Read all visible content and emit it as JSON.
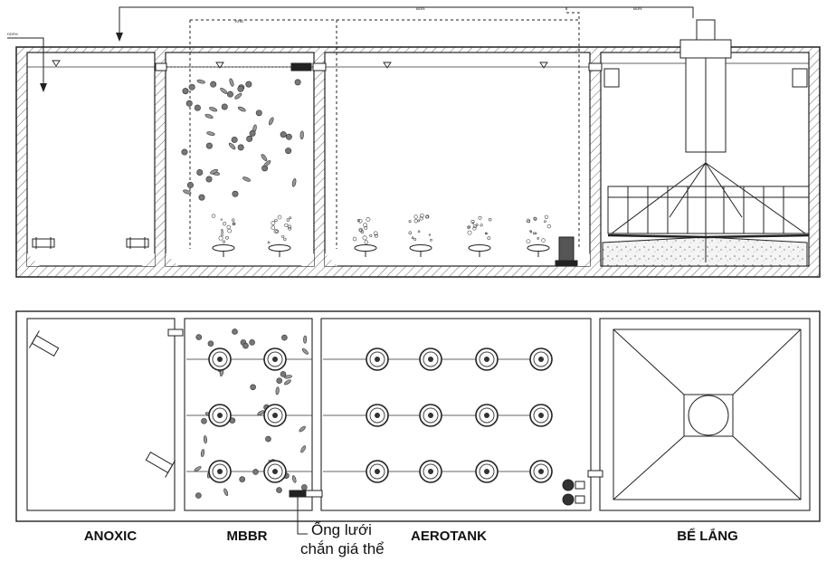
{
  "labels": {
    "anoxic": "ANOXIC",
    "mbbr": "MBBR",
    "aerotank": "AEROTANK",
    "be_lang": "BỂ LẮNG"
  },
  "annotation": {
    "line1": "Ống lưới",
    "line2": "chắn giá thể"
  },
  "pipe_labels": {
    "air_line": "BUN",
    "media_line": "KHE",
    "inlet": "DDFM"
  },
  "colors": {
    "line": "#222222",
    "hatch": "#555555",
    "media_grey": "#777777",
    "background": "#ffffff"
  }
}
